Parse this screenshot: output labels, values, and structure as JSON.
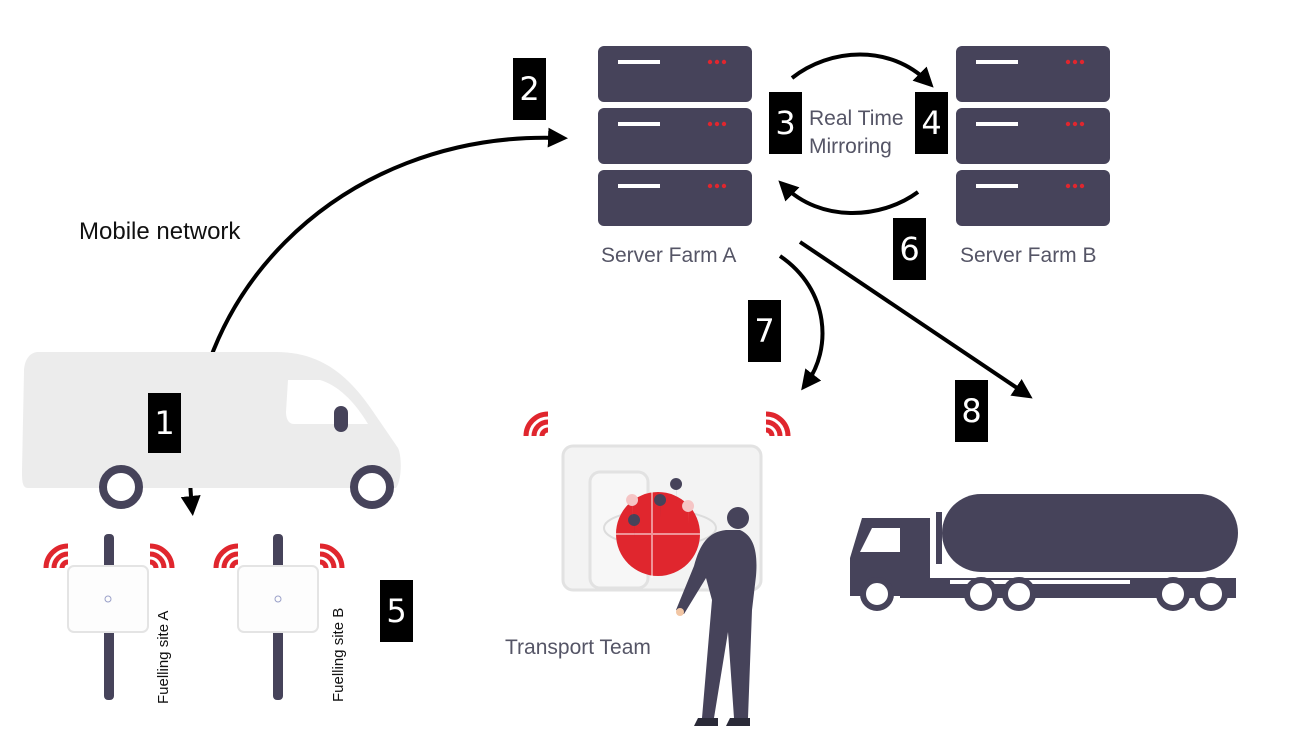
{
  "labels": {
    "mobile_network": "Mobile network",
    "server_farm_a": "Server Farm A",
    "server_farm_b": "Server Farm B",
    "real_time": "Real Time",
    "mirroring": "Mirroring",
    "transport_team": "Transport Team",
    "fuelling_site_a": "Fuelling site A",
    "fuelling_site_b": "Fuelling site B"
  },
  "steps": [
    "1",
    "2",
    "3",
    "4",
    "5",
    "6",
    "7",
    "8"
  ],
  "colors": {
    "server": "#46435a",
    "server_dot": "#e0262e",
    "signal": "#e0262e",
    "van": "#ececec",
    "badge": "#000000",
    "globe": "#e0262e",
    "tanker": "#46435a"
  },
  "icons": [
    "server-rack-icon",
    "van-icon",
    "signal-icon",
    "tablet-globe-icon",
    "person-icon",
    "tanker-truck-icon",
    "fuel-sensor-icon"
  ]
}
